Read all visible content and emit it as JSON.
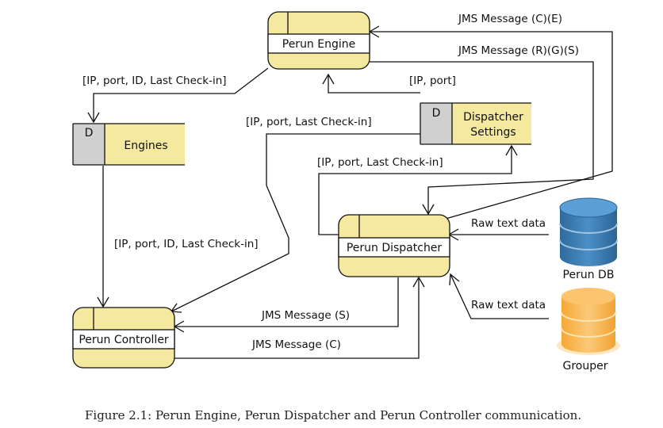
{
  "nodes": {
    "perun_engine": "Perun Engine",
    "engines_store_id": "D",
    "engines_store": "Engines",
    "dispatcher_settings_id": "D",
    "dispatcher_settings_line1": "Dispatcher",
    "dispatcher_settings_line2": "Settings",
    "perun_dispatcher": "Perun Dispatcher",
    "perun_controller": "Perun Controller",
    "perun_db": "Perun DB",
    "grouper": "Grouper"
  },
  "edges": {
    "jms_ce": "JMS Message (C)(E)",
    "jms_rgs": "JMS Message (R)(G)(S)",
    "engine_to_store": "[IP, port, ID, Last Check-in]",
    "settings_to_engine": "[IP, port]",
    "settings_to_controller": "[IP, port, Last Check-in]",
    "dispatcher_to_settings": "[IP, port, Last Check-in]",
    "store_to_controller": "[IP, port, ID, Last Check-in]",
    "db_raw": "Raw text data",
    "grouper_raw": "Raw text data",
    "jms_s": "JMS Message (S)",
    "jms_c": "JMS Message (C)"
  },
  "colors": {
    "process_fill": "#f5e9a0",
    "store_id_fill": "#d0d0d0",
    "db_blue": "#3d7fb5",
    "grouper_orange": "#f7b04a"
  },
  "caption": "Figure 2.1: Perun Engine, Perun Dispatcher and Perun Controller communication."
}
